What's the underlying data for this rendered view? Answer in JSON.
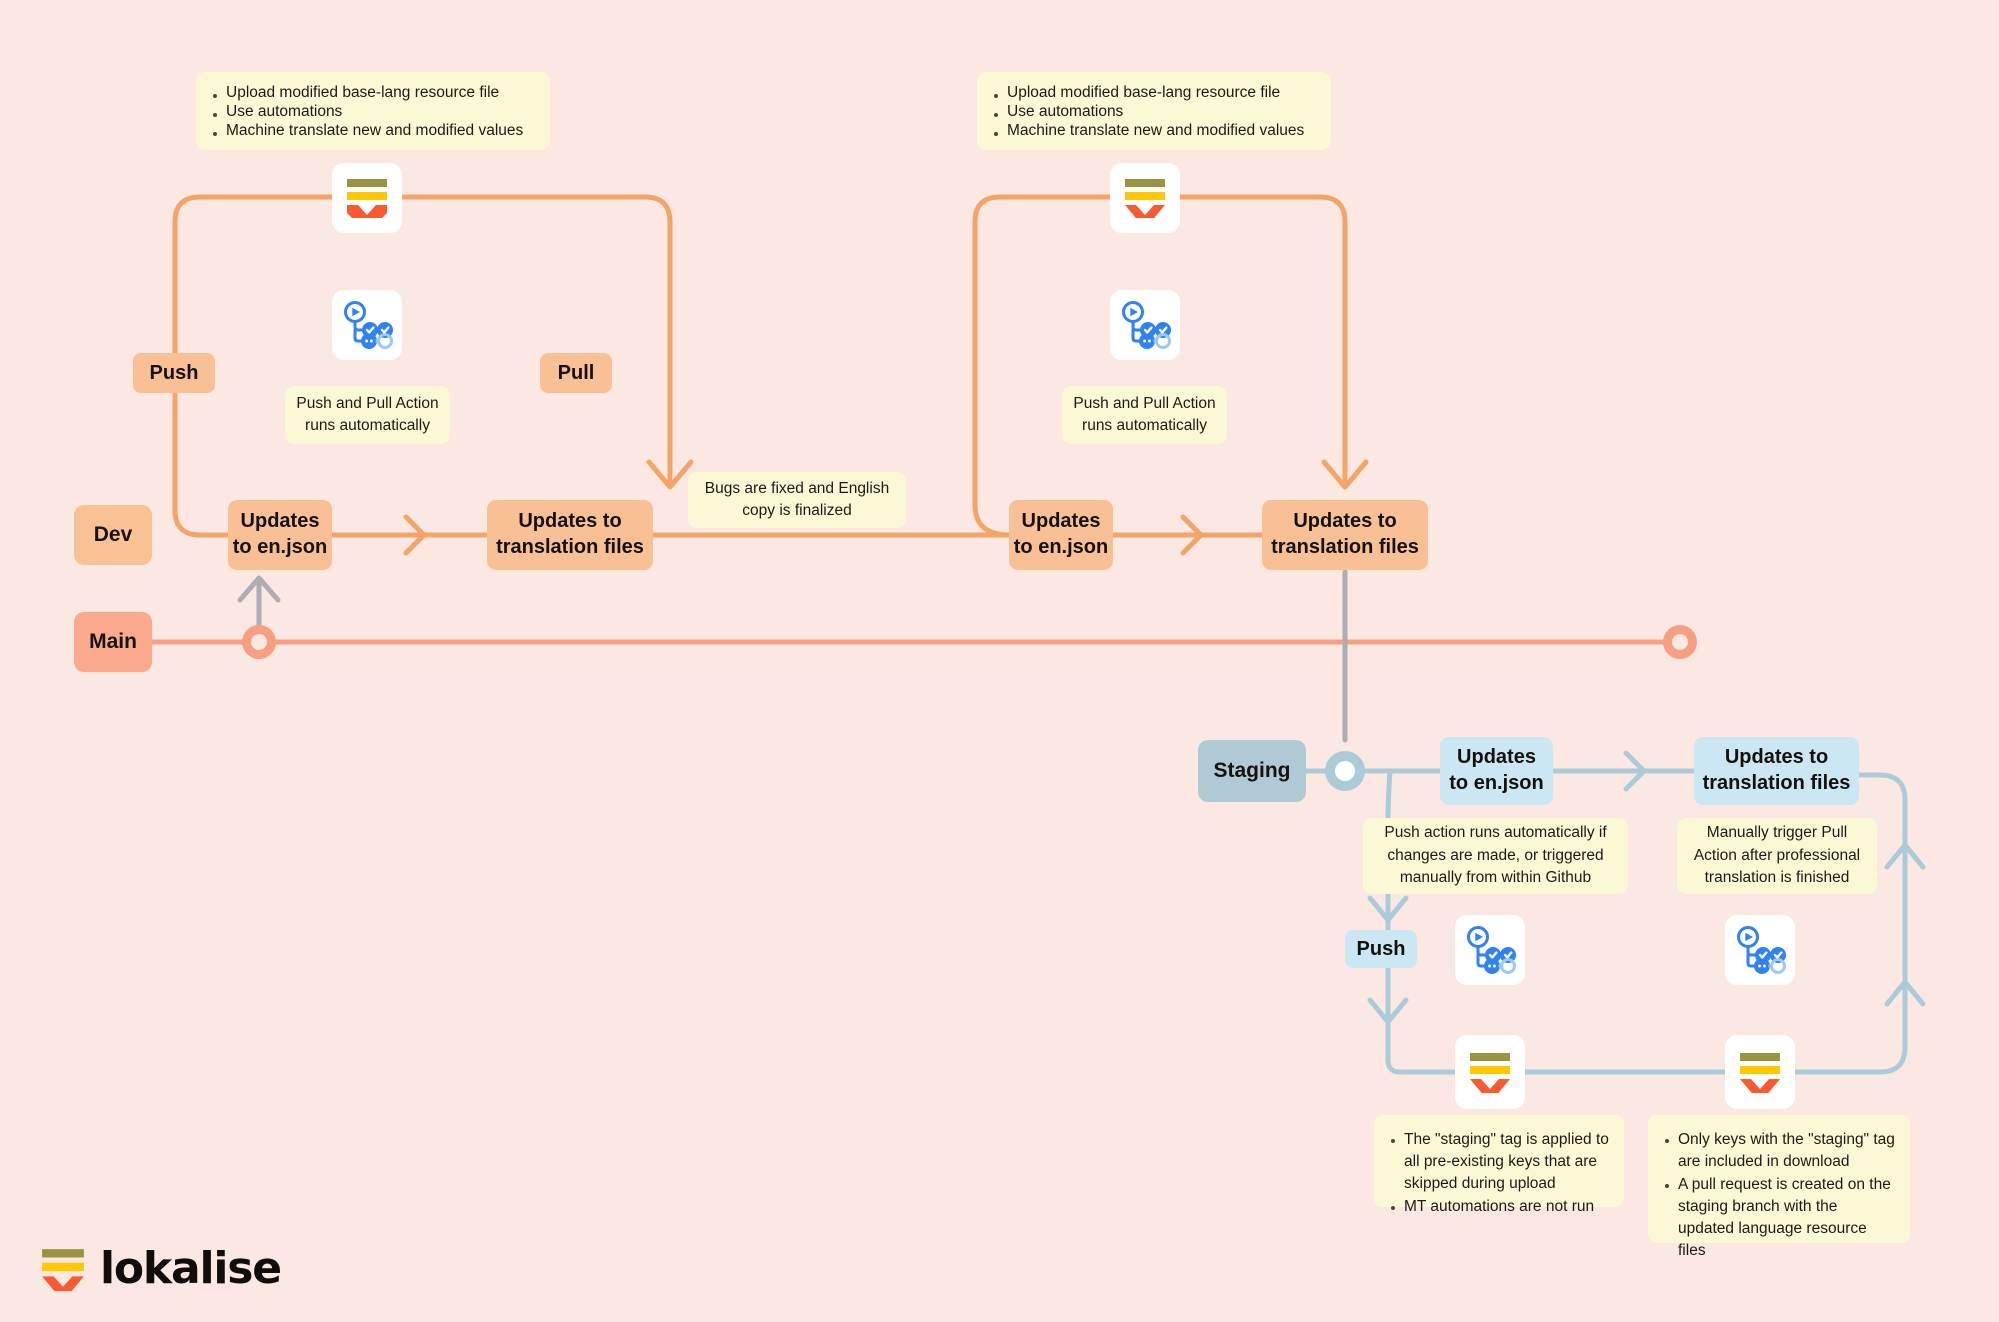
{
  "meta": {
    "title": "Lokalise GitHub Actions translation workflow",
    "background_color": "#FBE8E2"
  },
  "colors": {
    "background": "#FBE8E2",
    "dev_badge": "#FAC294",
    "main_badge": "#FBA98C",
    "staging_badge": "#AFCAD4",
    "orange_box": "#FAC095",
    "blue_box": "#CBE7F4",
    "note_yellow": "#FBF8D5",
    "orange_wire": "#F4A466",
    "salmon_wire": "#F79F82",
    "gray_wire": "#AFADB4",
    "blue_wire": "#ACCBD8",
    "logo_olive": "#9A9442",
    "logo_yellow": "#FFC800",
    "logo_orange": "#FA5A32"
  },
  "branches": {
    "dev": {
      "label": "Dev"
    },
    "main": {
      "label": "Main"
    },
    "staging": {
      "label": "Staging"
    }
  },
  "dev_cycle_1": {
    "upload_note": {
      "items": [
        "Upload modified base-lang resource file",
        "Use automations",
        "Machine translate new and modified values"
      ]
    },
    "action_note": {
      "line1": "Push and Pull Action",
      "line2": "runs automatically"
    },
    "push_pill": "Push",
    "pull_pill": "Pull",
    "box_en": {
      "line1": "Updates",
      "line2": "to en.json"
    },
    "box_tr": {
      "line1": "Updates to",
      "line2": "translation files"
    },
    "lokalise_tile_icon": "lokalise-logo-icon",
    "actions_tile_icon": "github-actions-icon"
  },
  "between_note": {
    "line1": "Bugs are fixed and English",
    "line2": "copy is finalized"
  },
  "dev_cycle_2": {
    "upload_note": {
      "items": [
        "Upload modified base-lang resource file",
        "Use automations",
        "Machine translate new and modified values"
      ]
    },
    "action_note": {
      "line1": "Push and Pull Action",
      "line2": "runs automatically"
    },
    "box_en": {
      "line1": "Updates",
      "line2": "to en.json"
    },
    "box_tr": {
      "line1": "Updates to",
      "line2": "translation files"
    },
    "lokalise_tile_icon": "lokalise-logo-icon",
    "actions_tile_icon": "github-actions-icon"
  },
  "staging_flow": {
    "box_en": {
      "line1": "Updates",
      "line2": "to en.json"
    },
    "box_tr": {
      "line1": "Updates to",
      "line2": "translation files"
    },
    "push_pill": "Push",
    "push_note": {
      "line1": "Push action runs automatically if",
      "line2": "changes are made, or triggered",
      "line3": "manually from within Github"
    },
    "pull_note": {
      "line1": "Manually trigger Pull",
      "line2": "Action after professional",
      "line3": "translation is finished"
    },
    "upload_result_note": {
      "items": [
        "The \"staging\" tag is applied to all pre-existing keys that are skipped during upload",
        "MT automations are not run"
      ]
    },
    "download_result_note": {
      "items": [
        "Only keys with the \"staging\" tag are included in download",
        "A pull request is created on the staging branch with the updated language resource files"
      ]
    },
    "actions_tile_icon": "github-actions-icon",
    "lokalise_tile_icon": "lokalise-logo-icon"
  },
  "brand": {
    "wordmark": "lokalise",
    "logo_icon": "lokalise-logo-icon"
  }
}
